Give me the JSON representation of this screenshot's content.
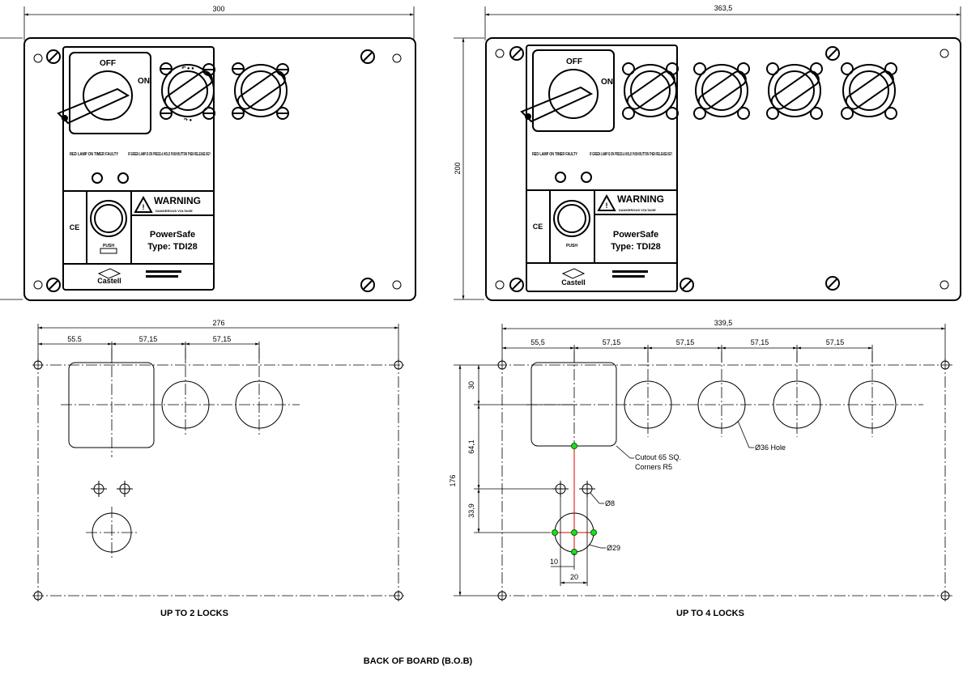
{
  "title": "BACK OF BOARD (B.O.B)",
  "left": {
    "caption": "UP TO 2 LOCKS",
    "top_width": "300",
    "cutout_width": "276",
    "spacings": [
      "55.5",
      "57,15",
      "57,15"
    ],
    "panel": {
      "switch_off": "OFF",
      "switch_on": "ON",
      "lamp_left": "RED LAMP ON TIMER FAULTY",
      "lamp_right": "IF GREEN LAMP IS ON PRESS & HOLD PUSH BUTTON THEN RELEASE KEY",
      "warning": "WARNING",
      "warning_sub": "DANGEROUS VOLTAGE",
      "brand": "PowerSafe",
      "type": "Type: TDI28",
      "ce": "CE",
      "logo": "Castell",
      "button_label": "PUSH"
    }
  },
  "right": {
    "caption": "UP TO 4 LOCKS",
    "top_width": "363,5",
    "height": "200",
    "cutout_width": "339,5",
    "cutout_height": "176",
    "spacings": [
      "55,5",
      "57,15",
      "57,15",
      "57,15",
      "57,15"
    ],
    "vertical_dims": [
      "30",
      "64,1",
      "33,9"
    ],
    "bottom_dims": [
      "10",
      "20"
    ],
    "notes": {
      "cutout": "Cutout 65 SQ.",
      "corners": "Corners R5",
      "hole36": "Ø36 Hole",
      "hole8": "Ø8",
      "hole29": "Ø29"
    }
  }
}
